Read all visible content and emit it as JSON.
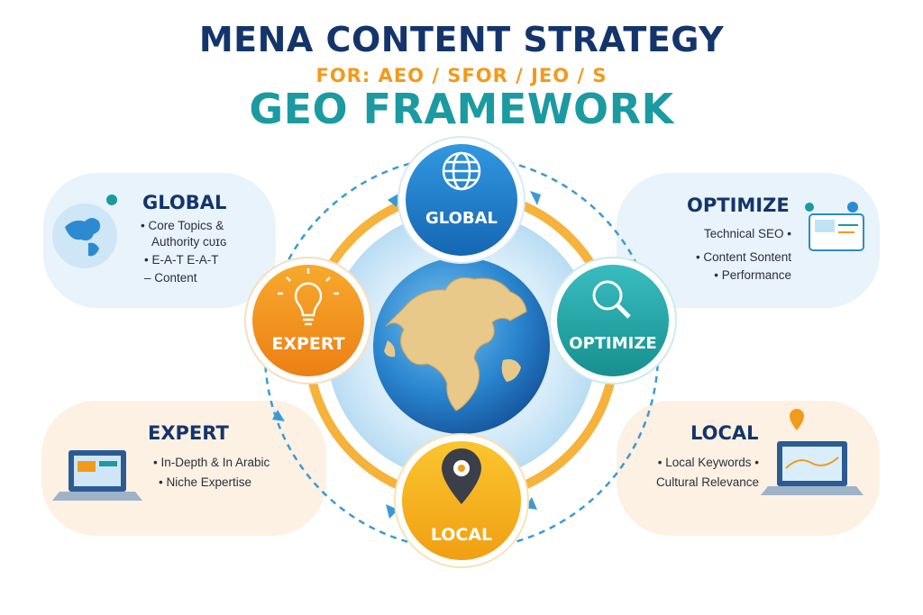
{
  "title": {
    "main": "MENA CONTENT STRATEGY",
    "sub": "FOR: AEO / SFOR / JEO / S",
    "framework": "GEO FRAMEWORK"
  },
  "nodes": {
    "global": {
      "label": "GLOBAL",
      "color": "#1f7fc8",
      "icon": "globe-icon"
    },
    "expert": {
      "label": "EXPERT",
      "color": "#f2961e",
      "icon": "lightbulb-icon"
    },
    "optimize": {
      "label": "OPTIMIZE",
      "color": "#23a9ae",
      "icon": "magnifier-icon"
    },
    "local": {
      "label": "LOCAL",
      "color": "#f5b21c",
      "icon": "map-pin-icon"
    }
  },
  "panels": {
    "global": {
      "title": "GLOBAL",
      "items": [
        "• Core Topics &",
        "Authority ᴄᴜɪɢ",
        "• E-A-T E-A-T",
        "– Content"
      ]
    },
    "optimize": {
      "title": "OPTIMIZE",
      "items": [
        "Technical SEO •",
        "• Content Sontent",
        "• Performance"
      ]
    },
    "expert": {
      "title": "EXPERT",
      "items": [
        "• In-Depth & In Arabic",
        "• Niche Expertise"
      ]
    },
    "local": {
      "title": "LOCAL",
      "items": [
        "• Local Keywords •",
        "Cultural Relevance"
      ]
    }
  },
  "colors": {
    "navy": "#14356b",
    "teal": "#1b9aa1",
    "orange": "#f29a1b",
    "ring": "#f6b23a",
    "panel_blue": "#e8f3fb",
    "panel_peach": "#fdf1e3"
  }
}
